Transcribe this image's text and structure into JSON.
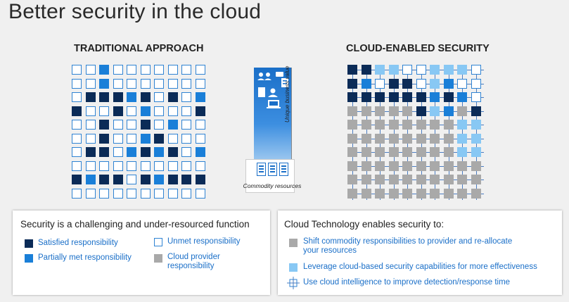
{
  "title": "Better security in the cloud",
  "traditional": {
    "heading": "TRADITIONAL APPROACH",
    "grid": [
      [
        0,
        0,
        2,
        0,
        0,
        0,
        0,
        0,
        0,
        0
      ],
      [
        0,
        0,
        2,
        0,
        0,
        0,
        0,
        0,
        0,
        0
      ],
      [
        0,
        1,
        1,
        1,
        2,
        1,
        0,
        1,
        0,
        2
      ],
      [
        1,
        0,
        0,
        1,
        0,
        2,
        0,
        0,
        0,
        1
      ],
      [
        0,
        0,
        1,
        0,
        0,
        1,
        0,
        2,
        0,
        0
      ],
      [
        0,
        0,
        1,
        0,
        0,
        2,
        1,
        0,
        0,
        0
      ],
      [
        0,
        1,
        1,
        0,
        2,
        1,
        2,
        1,
        0,
        2
      ],
      [
        0,
        0,
        0,
        0,
        0,
        0,
        0,
        0,
        0,
        0
      ],
      [
        1,
        2,
        1,
        1,
        0,
        1,
        2,
        1,
        1,
        1
      ],
      [
        0,
        0,
        0,
        0,
        0,
        0,
        0,
        0,
        0,
        0
      ]
    ]
  },
  "cloud": {
    "heading": "CLOUD-ENABLED SECURITY",
    "grid": [
      [
        1,
        1,
        4,
        4,
        0,
        0,
        4,
        4,
        4,
        0
      ],
      [
        1,
        2,
        0,
        1,
        1,
        0,
        4,
        2,
        0,
        0
      ],
      [
        1,
        1,
        1,
        1,
        1,
        1,
        2,
        1,
        2,
        0
      ],
      [
        3,
        3,
        3,
        3,
        3,
        1,
        4,
        2,
        3,
        1
      ],
      [
        3,
        3,
        3,
        3,
        3,
        3,
        3,
        3,
        4,
        4
      ],
      [
        3,
        3,
        3,
        3,
        3,
        3,
        3,
        3,
        4,
        4
      ],
      [
        3,
        3,
        3,
        3,
        3,
        3,
        3,
        3,
        4,
        4
      ],
      [
        3,
        3,
        3,
        3,
        3,
        3,
        3,
        3,
        3,
        3
      ],
      [
        3,
        3,
        3,
        3,
        3,
        3,
        3,
        3,
        3,
        3
      ],
      [
        3,
        3,
        3,
        3,
        3,
        3,
        3,
        3,
        3,
        3
      ]
    ]
  },
  "center_graphic": {
    "value_label": "Unique business value",
    "resources_label": "Commodity resources"
  },
  "legend_left": {
    "title": "Security is a challenging and under-resourced function",
    "satisfied": "Satisfied responsibility",
    "partial": "Partially met responsibility",
    "unmet": "Unmet responsibility",
    "cloud_provider_line1": "Cloud provider",
    "cloud_provider_line2": "responsibility"
  },
  "legend_right": {
    "title": "Cloud Technology enables security to:",
    "item1_line1": "Shift commodity responsibilities to provider and re-allocate",
    "item1_line2": "your resources",
    "item2": "Leverage cloud-based security capabilities for more effectiveness",
    "item3": "Use cloud intelligence to improve detection/response time"
  },
  "colors": {
    "satisfied": "#0b2b57",
    "partial": "#1a7fd8",
    "unmet_border": "#2f83d3",
    "cloud_provider": "#a9a9a9",
    "cloud_capability": "#88c8f4",
    "link_text": "#1a6fc8"
  }
}
